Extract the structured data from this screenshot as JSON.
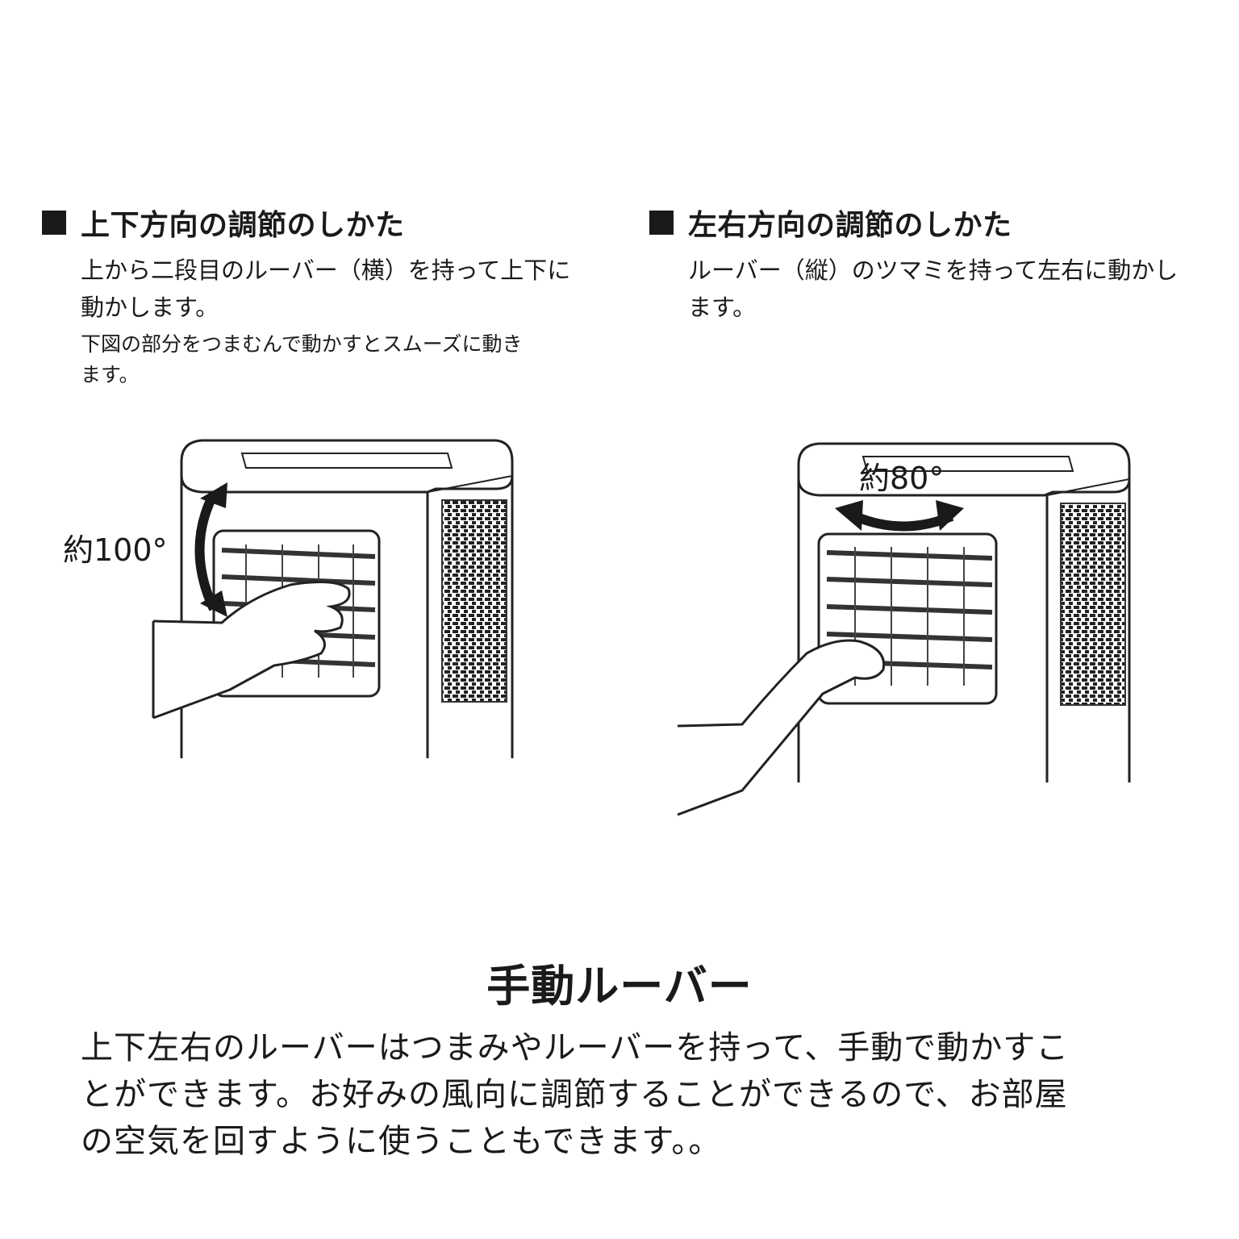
{
  "left": {
    "heading": "上下方向の調節のしかた",
    "body_lines": [
      "上から二段目のルーバー（横）を持って上下に",
      "動かします。"
    ],
    "note_lines": [
      "下図の部分をつまむんで動かすとスムーズに動き",
      "ます。"
    ],
    "angle": "約100°"
  },
  "right": {
    "heading": "左右方向の調節のしかた",
    "body_lines": [
      "ルーバー（縦）のツマミを持って左右に動かし",
      "ます。"
    ],
    "angle": "約80°"
  },
  "main": {
    "title": "手動ルーバー",
    "body_lines": [
      "上下左右のルーバーはつまみやルーバーを持って、手動で動かすこ",
      "とができます。お好みの風向に調節することができるので、お部屋",
      "の空気を回すように使うこともできます。。"
    ]
  }
}
